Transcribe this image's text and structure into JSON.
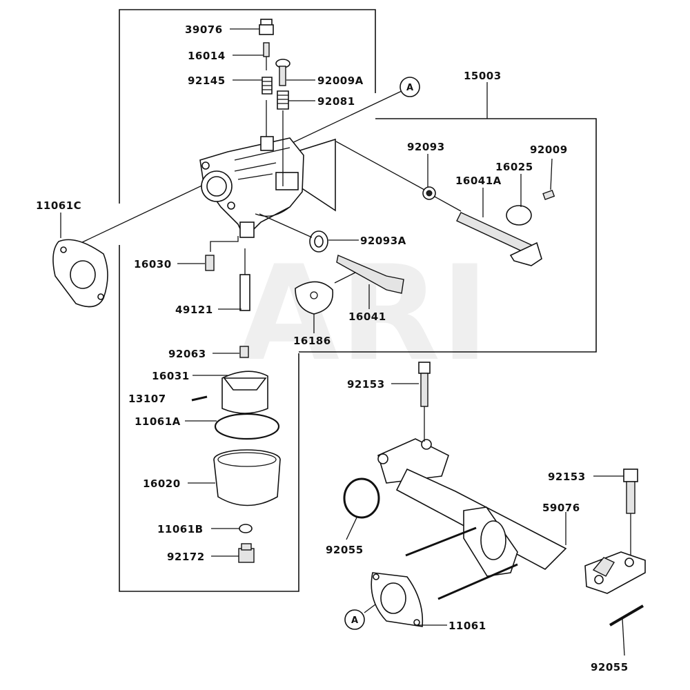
{
  "watermark": "ARI",
  "reference_marker": "A",
  "part_labels": {
    "p39076": "39076",
    "p16014": "16014",
    "p92145": "92145",
    "p92009A": "92009A",
    "p92081": "92081",
    "p15003": "15003",
    "p11061C": "11061C",
    "p92093": "92093",
    "p92009": "92009",
    "p16025": "16025",
    "p16041A": "16041A",
    "p92093A": "92093A",
    "p16030": "16030",
    "p49121": "49121",
    "p16041": "16041",
    "p16186": "16186",
    "p92063": "92063",
    "p16031": "16031",
    "p13107": "13107",
    "p11061A": "11061A",
    "p92153a": "92153",
    "p16020": "16020",
    "p92153b": "92153",
    "p59076": "59076",
    "p11061B": "11061B",
    "p92055a": "92055",
    "p92172": "92172",
    "p11061": "11061",
    "p92055b": "92055"
  }
}
